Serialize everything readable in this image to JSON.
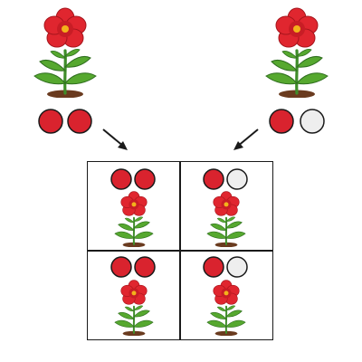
{
  "colors": {
    "allele_dominant": "#d9232e",
    "allele_recessive": "#eeeeee",
    "petal": "#e0262f",
    "petal_dark": "#a5151c",
    "center": "#f3b21b",
    "stem": "#3f8d2a",
    "leaf": "#56a82f",
    "soil": "#6a3b1f",
    "line": "#1a1a1a"
  },
  "icons": {
    "flower": "red-flower-icon",
    "dominant_allele": "red-circle-icon",
    "recessive_allele": "white-circle-icon",
    "arrow": "arrow-icon"
  },
  "parents": [
    {
      "id": "parent-left",
      "alleles": [
        "dominant",
        "dominant"
      ]
    },
    {
      "id": "parent-right",
      "alleles": [
        "dominant",
        "recessive"
      ]
    }
  ],
  "punnett_square": {
    "cells": [
      {
        "alleles": [
          "dominant",
          "dominant"
        ]
      },
      {
        "alleles": [
          "dominant",
          "recessive"
        ]
      },
      {
        "alleles": [
          "dominant",
          "dominant"
        ]
      },
      {
        "alleles": [
          "dominant",
          "recessive"
        ]
      }
    ]
  }
}
